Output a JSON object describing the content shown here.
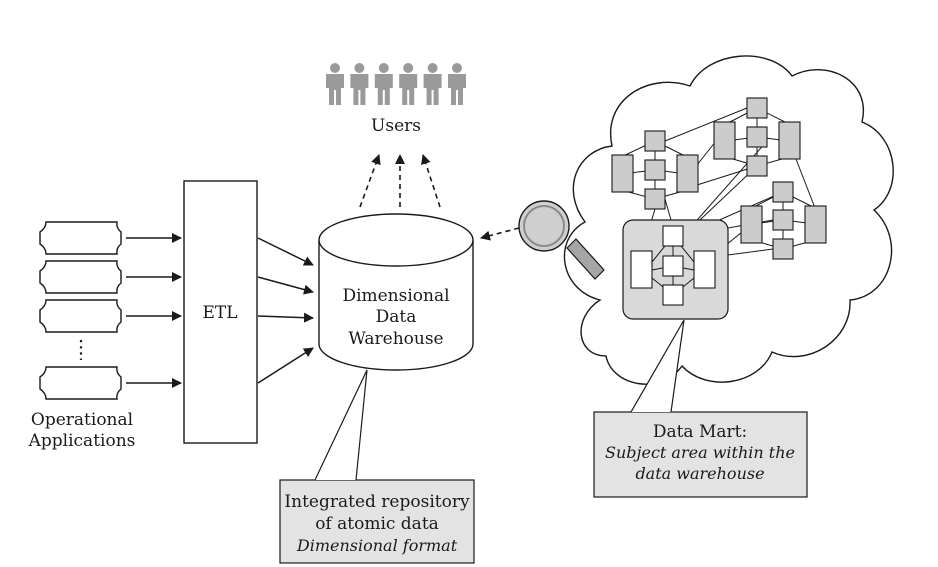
{
  "users": {
    "label": "Users",
    "icon": "person-icon",
    "count": 6
  },
  "sources": {
    "label_line1": "Operational",
    "label_line2": "Applications",
    "visible_count": 4
  },
  "etl": {
    "label": "ETL"
  },
  "warehouse": {
    "line1": "Dimensional",
    "line2": "Data",
    "line3": "Warehouse"
  },
  "repository_callout": {
    "line1": "Integrated repository",
    "line2": "of atomic data",
    "line3": "Dimensional format"
  },
  "data_mart_callout": {
    "title": "Data Mart:",
    "line1": "Subject area within the",
    "line2": "data warehouse"
  },
  "magnifier": {
    "icon": "magnifying-glass-icon"
  },
  "colors": {
    "stroke": "#1a1a1a",
    "callout_fill": "#e3e3e3",
    "node_fill": "#cccccc",
    "mart_fill": "#d9d9d9",
    "person_fill": "#9a9a9a",
    "lens_fill": "#cfcfcf",
    "handle_fill": "#a5a5a5"
  }
}
